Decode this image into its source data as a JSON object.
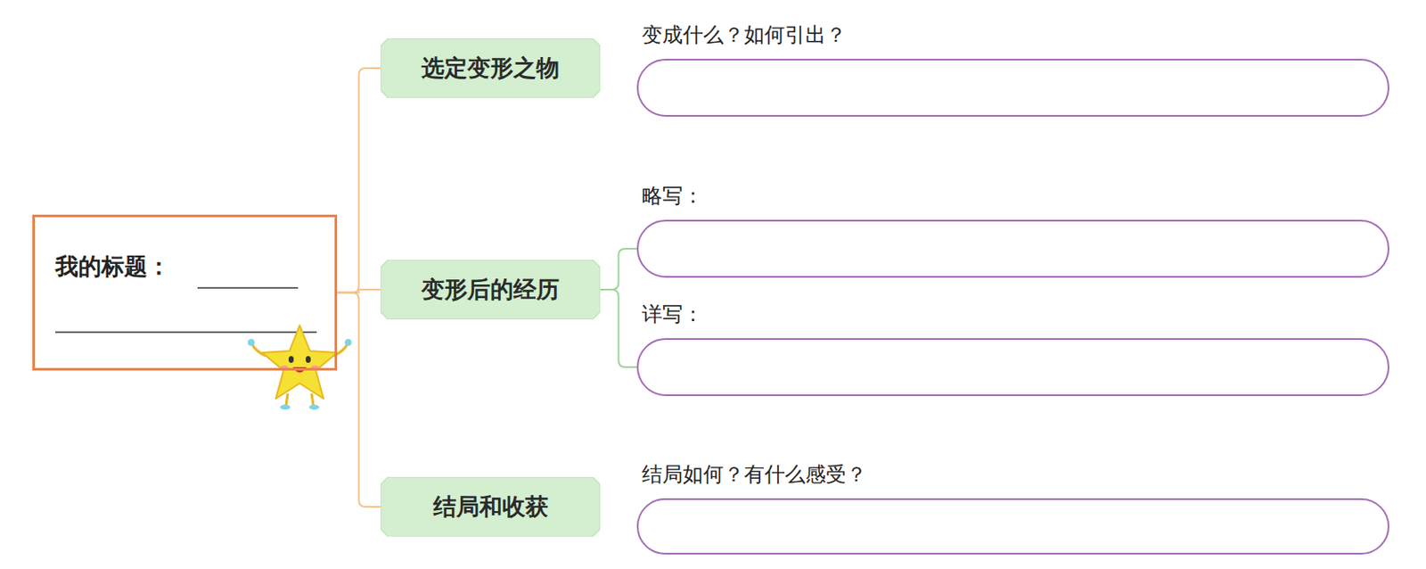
{
  "diagram": {
    "nodes": [
      {
        "text": [
          "我的标题："
        ]
      },
      {
        "text": [
          "选定变形之物"
        ]
      },
      {
        "text": [
          "变成什么？如何引出？"
        ]
      },
      {
        "text": [
          "变形后的经历"
        ]
      },
      {
        "text": [
          "略写："
        ]
      },
      {
        "text": [
          "详写："
        ]
      },
      {
        "text": [
          "结局和收获"
        ]
      },
      {
        "text": [
          "结局如何？有什么感受？"
        ]
      }
    ],
    "edges": [
      {
        "from": 0,
        "to": 1,
        "arrow": "none"
      },
      {
        "from": 0,
        "to": 3,
        "arrow": "none"
      },
      {
        "from": 0,
        "to": 6,
        "arrow": "none"
      },
      {
        "from": 3,
        "to": 4,
        "arrow": "none"
      },
      {
        "from": 3,
        "to": 5,
        "arrow": "none"
      }
    ]
  }
}
